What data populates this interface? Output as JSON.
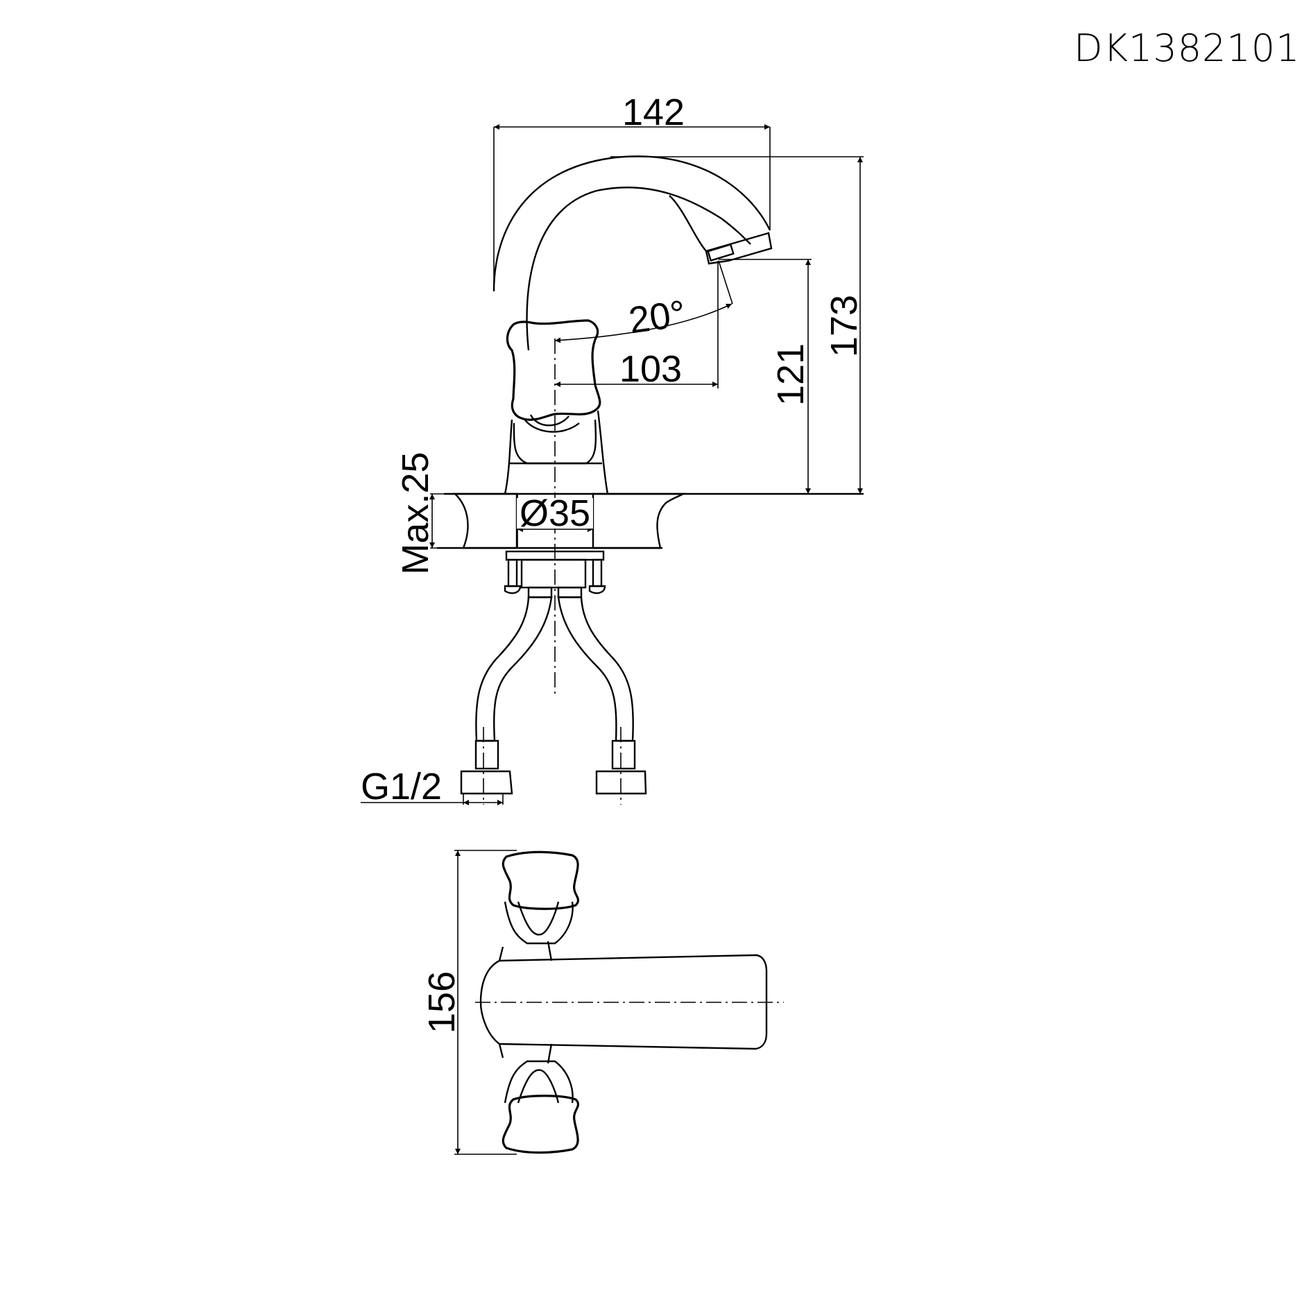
{
  "title": {
    "model_code": "DK1382101"
  },
  "dimensions": {
    "spout_reach_total": "142",
    "total_height": "173",
    "outlet_height": "121",
    "spout_reach_from_axis": "103",
    "swivel_angle": "20°",
    "max_deck_thickness": "Max.25",
    "mounting_hole_diameter": "Ø35",
    "connection_thread": "G1/2",
    "handle_span": "156"
  },
  "views": {
    "side_view": "side elevation with flexible hoses",
    "top_view": "plan view with two handles and spout"
  },
  "colors": {
    "line": "#000000",
    "background": "#ffffff"
  }
}
